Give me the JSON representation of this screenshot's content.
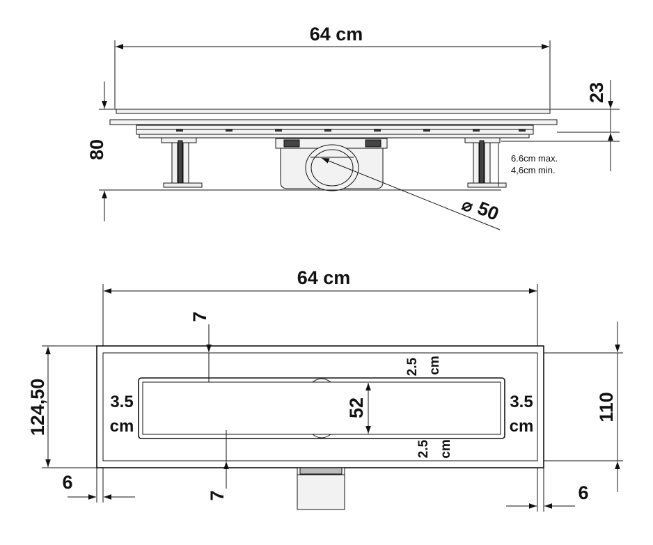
{
  "side_view": {
    "width_label": "64 cm",
    "height_label": "80",
    "top_offset_label": "23",
    "adjust_max_label": "6.6cm max.",
    "adjust_min_label": "4,6cm min.",
    "diameter_symbol": "⌀",
    "diameter_label": "50"
  },
  "top_view": {
    "width_label": "64 cm",
    "outer_height_label": "124,50",
    "inner_height_label": "110",
    "grate_height_label": "52",
    "top_gap_label": "7",
    "bottom_gap_label": "7",
    "left_margin_label_1": "3.5",
    "left_margin_label_2": "cm",
    "right_margin_label_1": "3.5",
    "right_margin_label_2": "cm",
    "top_edge_label_1": "2.5",
    "top_edge_label_2": "cm",
    "bottom_edge_label_1": "2.5",
    "bottom_edge_label_2": "cm",
    "left_frame_label": "6",
    "right_frame_label": "6"
  }
}
